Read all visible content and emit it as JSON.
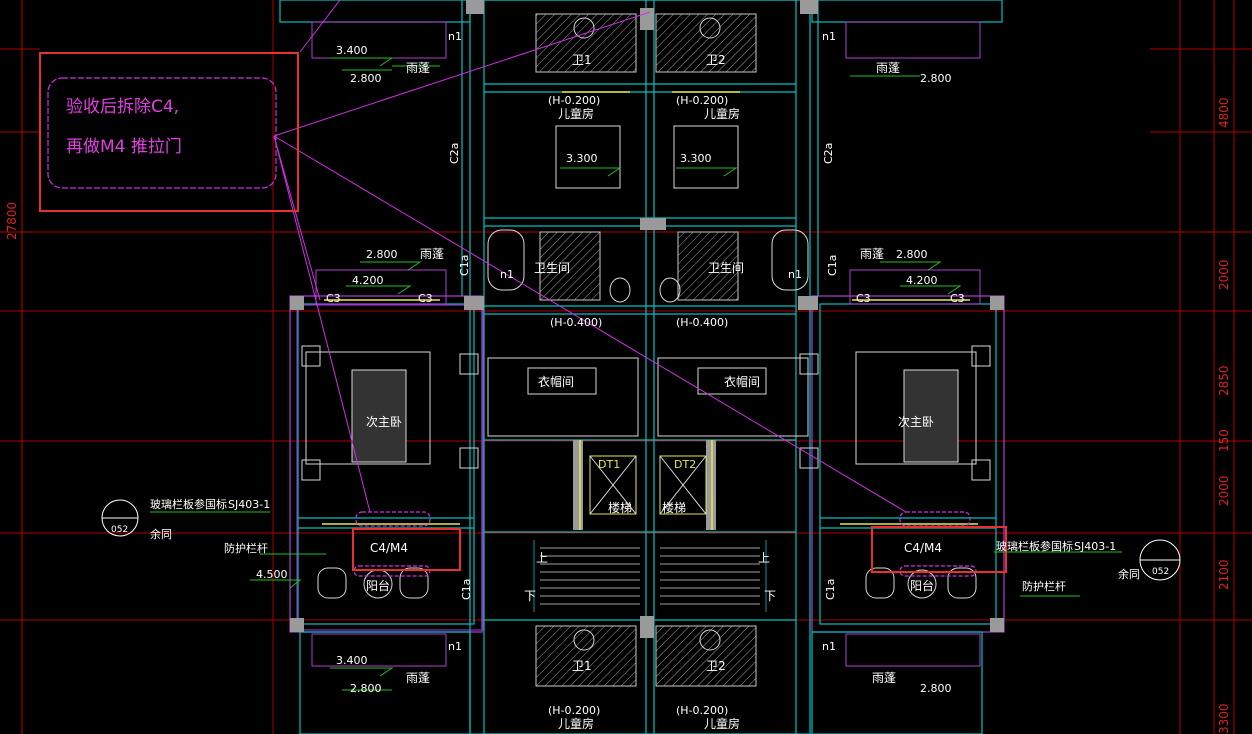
{
  "colors": {
    "background": "#000000",
    "wall": "#00c8c8",
    "fixture": "#d8d8d8",
    "dim": "#e02020",
    "grid": "#c00000",
    "annotation": "#e040e0",
    "highlight": "#e83030",
    "text_white": "#ffffff",
    "text_yellow": "#e8e850",
    "green": "#20c020",
    "magenta": "#d030d0"
  },
  "note": {
    "line1": "验收后拆除C4,",
    "line2": "再做M4 推拉门"
  },
  "rooms": {
    "child_room": "儿童房",
    "bathroom_1": "卫1",
    "bathroom_2": "卫2",
    "bathroom": "卫生间",
    "cloakroom": "衣帽间",
    "second_master": "次主卧",
    "balcony": "阳台",
    "stair": "楼梯",
    "canopy": "雨蓬",
    "up": "上",
    "down": "下"
  },
  "labels": {
    "window_door_left": "C4/M4",
    "window_door_right": "C4/M4",
    "railing": "防护栏杆",
    "glass_rail_left": "玻璃栏板参国标",
    "glass_rail_right": "玻璃栏板参国标",
    "std_code": "SJ403-1",
    "same": "余同",
    "detail_ref": "052",
    "dt1": "DT1",
    "dt2": "DT2",
    "c1a": "C1a",
    "c2a": "C2a",
    "c3": "C3",
    "n1": "n1",
    "elev_top": "(H-0.200)",
    "elev_mid": "(H-0.400)",
    "elev_mid_right": "(H-0.400)"
  },
  "levels": {
    "l3400": "3.400",
    "l2800": "2.800",
    "l3300": "3.300",
    "l4200": "4.200",
    "l4500": "4.500"
  },
  "right_dims": [
    "4800",
    "2000",
    "2850",
    "150",
    "2000",
    "2100",
    "3300"
  ],
  "left_dim": "27800"
}
